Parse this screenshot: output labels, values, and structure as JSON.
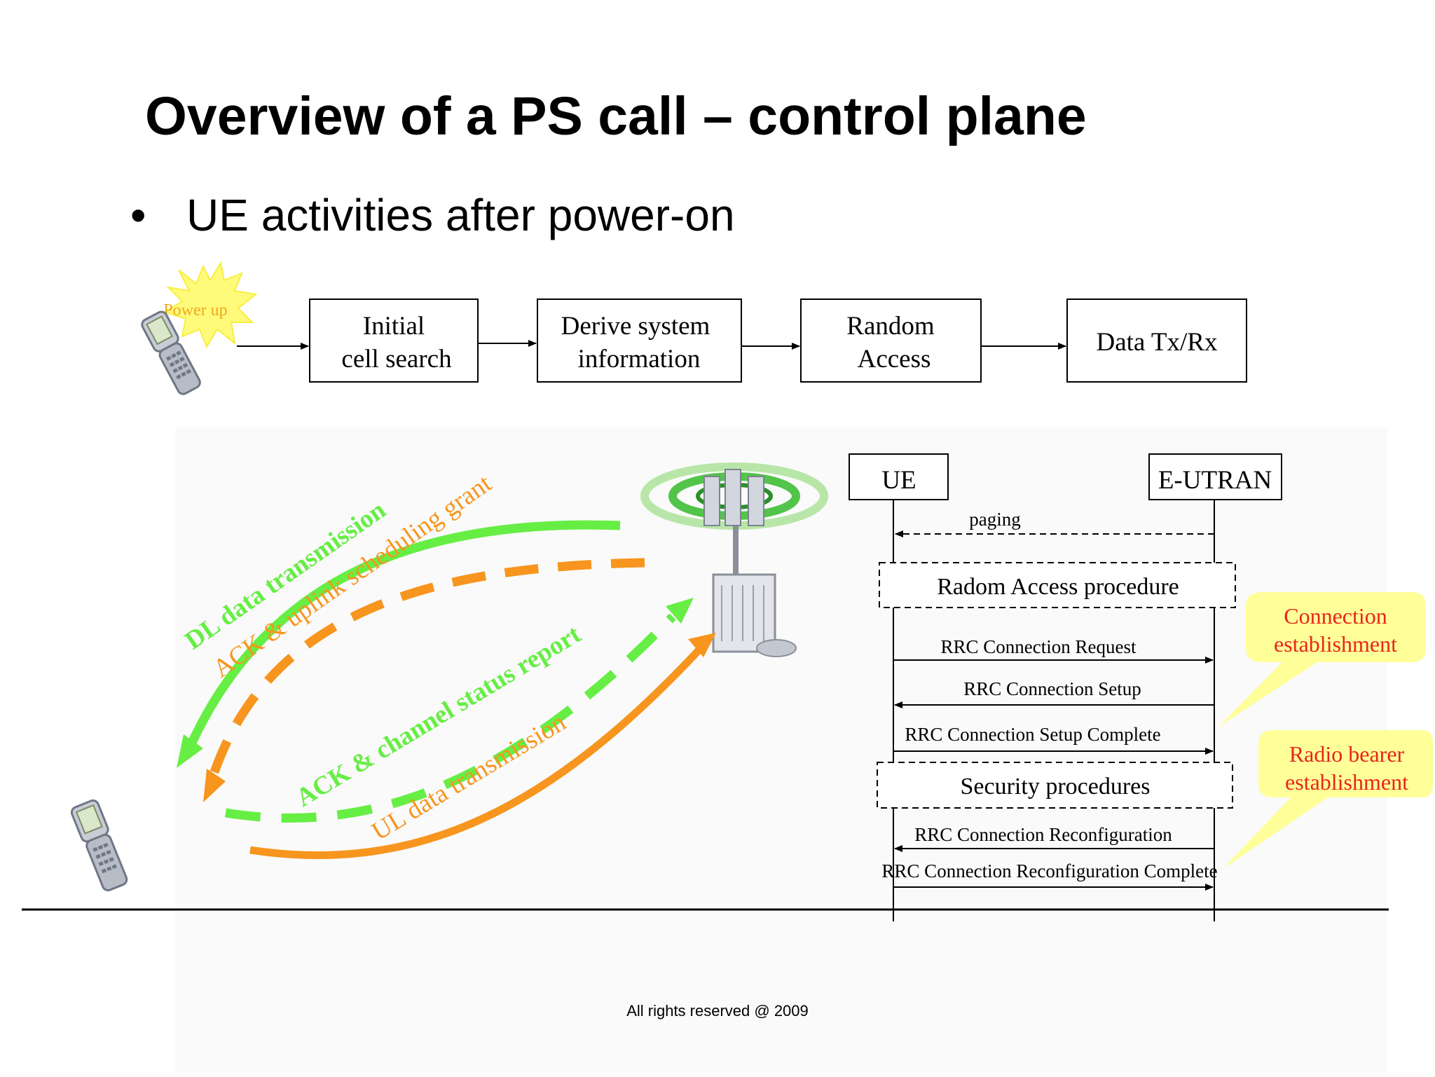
{
  "title": "Overview of a PS call – control plane",
  "bullet": "UE activities after power-on",
  "power_up": "Power up",
  "flow_steps": [
    {
      "line1": "Initial",
      "line2": "cell search"
    },
    {
      "line1": "Derive system",
      "line2": "information"
    },
    {
      "line1": "Random",
      "line2": "Access"
    },
    {
      "line1": "Data Tx/Rx",
      "line2": ""
    }
  ],
  "curve_labels": {
    "dl": "DL data transmission",
    "ack_grant": "ACK & uplink scheduling grant",
    "ack_status": "ACK & channel status report",
    "ul": "UL data transmission"
  },
  "sequence": {
    "ue": "UE",
    "eutran": "E-UTRAN",
    "paging": "paging",
    "random_access": "Radom Access procedure",
    "rrc_request": "RRC Connection Request",
    "rrc_setup": "RRC Connection Setup",
    "rrc_setup_complete": "RRC Connection Setup Complete",
    "security": "Security procedures",
    "rrc_reconfig": "RRC Connection Reconfiguration",
    "rrc_reconfig_complete": "RRC Connection Reconfiguration Complete"
  },
  "callouts": {
    "connection": {
      "line1": "Connection",
      "line2": "establishment"
    },
    "radio_bearer": {
      "line1": "Radio bearer",
      "line2": "establishment"
    }
  },
  "footer": "All rights reserved @ 2009",
  "colors": {
    "green": "#66ee44",
    "orange": "#f7951e",
    "callout_fill": "#ffff99",
    "callout_text": "#e8251c"
  }
}
